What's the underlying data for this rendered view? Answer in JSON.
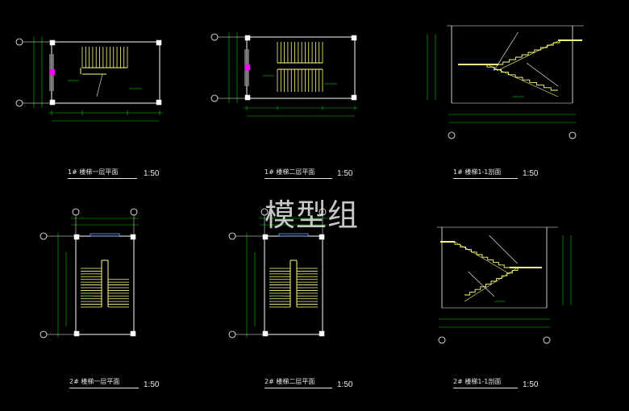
{
  "watermark": "模型组",
  "drawings": [
    {
      "title": "1# 楼梯一层平面",
      "scale": "1:50"
    },
    {
      "title": "1# 楼梯二层平面",
      "scale": "1:50"
    },
    {
      "title": "1# 楼梯1-1剖面",
      "scale": "1:50"
    },
    {
      "title": "2# 楼梯一层平面",
      "scale": "1:50"
    },
    {
      "title": "2# 楼梯二层平面",
      "scale": "1:50"
    },
    {
      "title": "2# 楼梯1-1剖面",
      "scale": "1:50"
    }
  ],
  "colors": {
    "background": "#000000",
    "wall": "#ffffff",
    "stair": "#ffff80",
    "dimension": "#00cc00",
    "axis_bubble": "#ffffff",
    "highlight": "#ff00ff",
    "text": "#e8e8e8"
  }
}
